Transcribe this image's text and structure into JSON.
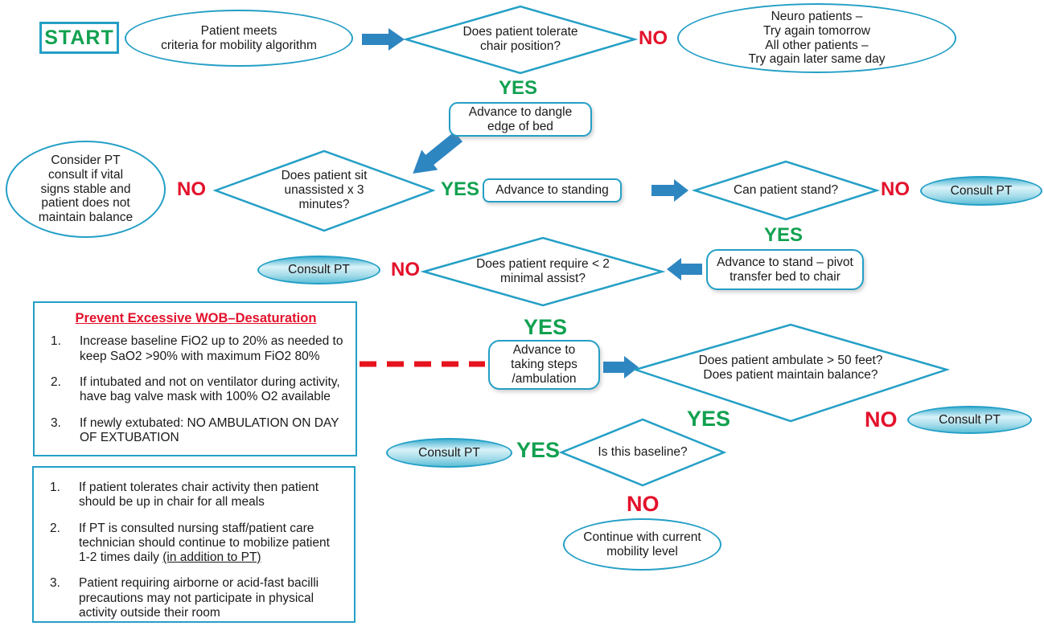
{
  "labels": {
    "start": "START",
    "yes": "YES",
    "no": "NO",
    "consult_pt": "Consult PT"
  },
  "nodes": {
    "patient_meets": "Patient meets\ncriteria for mobility algorithm",
    "neuro_retry": "Neuro patients –\nTry again tomorrow\nAll other patients –\nTry again later same day",
    "consider_pt": "Consider PT\nconsult if vital\nsigns stable and\npatient does not\nmaintain balance",
    "continue_current": "Continue with current\nmobility level",
    "d_tolerate_chair": "Does patient tolerate\nchair position?",
    "d_sit_unassisted": "Does patient sit\nunassisted x 3\nminutes?",
    "d_can_stand": "Can patient stand?",
    "d_minimal_assist": "Does patient require < 2\nminimal assist?",
    "d_ambulate": "Does patient ambulate > 50 feet?\nDoes patient maintain balance?",
    "d_baseline": "Is this baseline?",
    "b_dangle": "Advance to dangle\nedge of bed",
    "b_standing": "Advance to standing",
    "b_pivot": "Advance to stand – pivot\ntransfer bed to chair",
    "b_steps": "Advance to\ntaking steps\n/ambulation"
  },
  "wob_box": {
    "title": "Prevent Excessive WOB–Desaturation",
    "nums": [
      "1.",
      "2.",
      "3."
    ],
    "items": [
      "Increase baseline FiO2 up to 20% as needed to keep SaO2 >90% with maximum FiO2 80%",
      "If intubated and not on ventilator during activity, have bag valve mask with 100% O2 available",
      "If newly extubated: NO AMBULATION ON DAY OF EXTUBATION"
    ]
  },
  "notes_box": {
    "nums": [
      "1.",
      "2.",
      "3."
    ],
    "item1": "If patient tolerates chair activity then patient should be up in chair for all meals",
    "item2_main": "If PT is consulted nursing staff/patient care technician should continue to mobilize patient 1-2 times daily ",
    "item2_underline": "(in addition to PT)",
    "item3": "Patient requiring airborne or acid-fast bacilli precautions may not participate in physical activity outside their room"
  },
  "colors": {
    "outline_teal": "#249fc6",
    "green": "#12a150",
    "red": "#e3112b",
    "arrow_blue": "#2e86c1",
    "dashed_red": "#e6131e"
  }
}
